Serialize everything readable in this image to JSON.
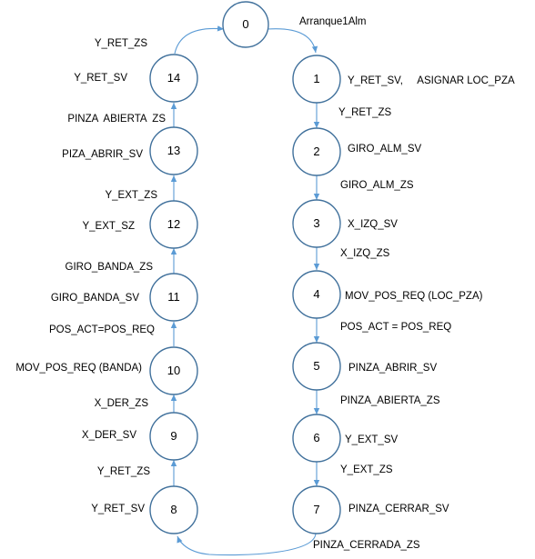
{
  "states": [
    {
      "id": "0",
      "actions": "Arranque1Alm"
    },
    {
      "id": "1",
      "actions": "Y_RET_SV,     ASIGNAR LOC_PZA"
    },
    {
      "id": "2",
      "actions": "GIRO_ALM_SV"
    },
    {
      "id": "3",
      "actions": "X_IZQ_SV"
    },
    {
      "id": "4",
      "actions": "MOV_POS_REQ (LOC_PZA)"
    },
    {
      "id": "5",
      "actions": "PINZA_ABRIR_SV"
    },
    {
      "id": "6",
      "actions": "Y_EXT_SV"
    },
    {
      "id": "7",
      "actions": "PINZA_CERRAR_SV"
    },
    {
      "id": "8",
      "actions": "Y_RET_SV"
    },
    {
      "id": "9",
      "actions": "X_DER_SV"
    },
    {
      "id": "10",
      "actions": "MOV_POS_REQ (BANDA)"
    },
    {
      "id": "11",
      "actions": "GIRO_BANDA_SV"
    },
    {
      "id": "12",
      "actions": "Y_EXT_SZ"
    },
    {
      "id": "13",
      "actions": "PIZA_ABRIR_SV"
    },
    {
      "id": "14",
      "actions": "Y_RET_SV"
    }
  ],
  "transitions": [
    {
      "from": "1",
      "to": "2",
      "condition": "Y_RET_ZS"
    },
    {
      "from": "2",
      "to": "3",
      "condition": "GIRO_ALM_ZS"
    },
    {
      "from": "3",
      "to": "4",
      "condition": "X_IZQ_ZS"
    },
    {
      "from": "4",
      "to": "5",
      "condition": "POS_ACT = POS_REQ"
    },
    {
      "from": "5",
      "to": "6",
      "condition": "PINZA_ABIERTA_ZS"
    },
    {
      "from": "6",
      "to": "7",
      "condition": "Y_EXT_ZS"
    },
    {
      "from": "7",
      "to": "8",
      "condition": "PINZA_CERRADA_ZS"
    },
    {
      "from": "8",
      "to": "9",
      "condition": "Y_RET_ZS"
    },
    {
      "from": "9",
      "to": "10",
      "condition": "X_DER_ZS"
    },
    {
      "from": "10",
      "to": "11",
      "condition": "POS_ACT=POS_REQ"
    },
    {
      "from": "11",
      "to": "12",
      "condition": "GIRO_BANDA_ZS"
    },
    {
      "from": "12",
      "to": "13",
      "condition": "Y_EXT_ZS"
    },
    {
      "from": "13",
      "to": "14",
      "condition": "PINZA  ABIERTA  ZS"
    },
    {
      "from": "14",
      "to": "0",
      "condition": "Y_RET_ZS"
    },
    {
      "from": "0",
      "to": "1",
      "condition": ""
    }
  ]
}
